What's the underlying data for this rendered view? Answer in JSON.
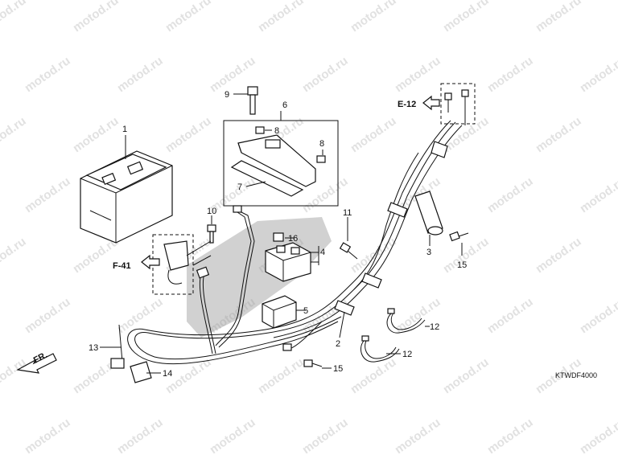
{
  "watermark": "motod.ru",
  "diagram_code": "KTWDF4000",
  "front_marker": "FR.",
  "refs": {
    "e12": "E-12",
    "f41": "F-41"
  },
  "callouts": [
    {
      "id": "c1",
      "text": "1"
    },
    {
      "id": "c2",
      "text": "2"
    },
    {
      "id": "c3",
      "text": "3"
    },
    {
      "id": "c4",
      "text": "4"
    },
    {
      "id": "c5",
      "text": "5"
    },
    {
      "id": "c6",
      "text": "6"
    },
    {
      "id": "c7",
      "text": "7"
    },
    {
      "id": "c8a",
      "text": "8"
    },
    {
      "id": "c8b",
      "text": "8"
    },
    {
      "id": "c9",
      "text": "9"
    },
    {
      "id": "c10",
      "text": "10"
    },
    {
      "id": "c11",
      "text": "11"
    },
    {
      "id": "c12a",
      "text": "12"
    },
    {
      "id": "c12b",
      "text": "12"
    },
    {
      "id": "c13",
      "text": "13"
    },
    {
      "id": "c14",
      "text": "14"
    },
    {
      "id": "c15a",
      "text": "15"
    },
    {
      "id": "c15b",
      "text": "15"
    },
    {
      "id": "c16",
      "text": "16"
    }
  ]
}
